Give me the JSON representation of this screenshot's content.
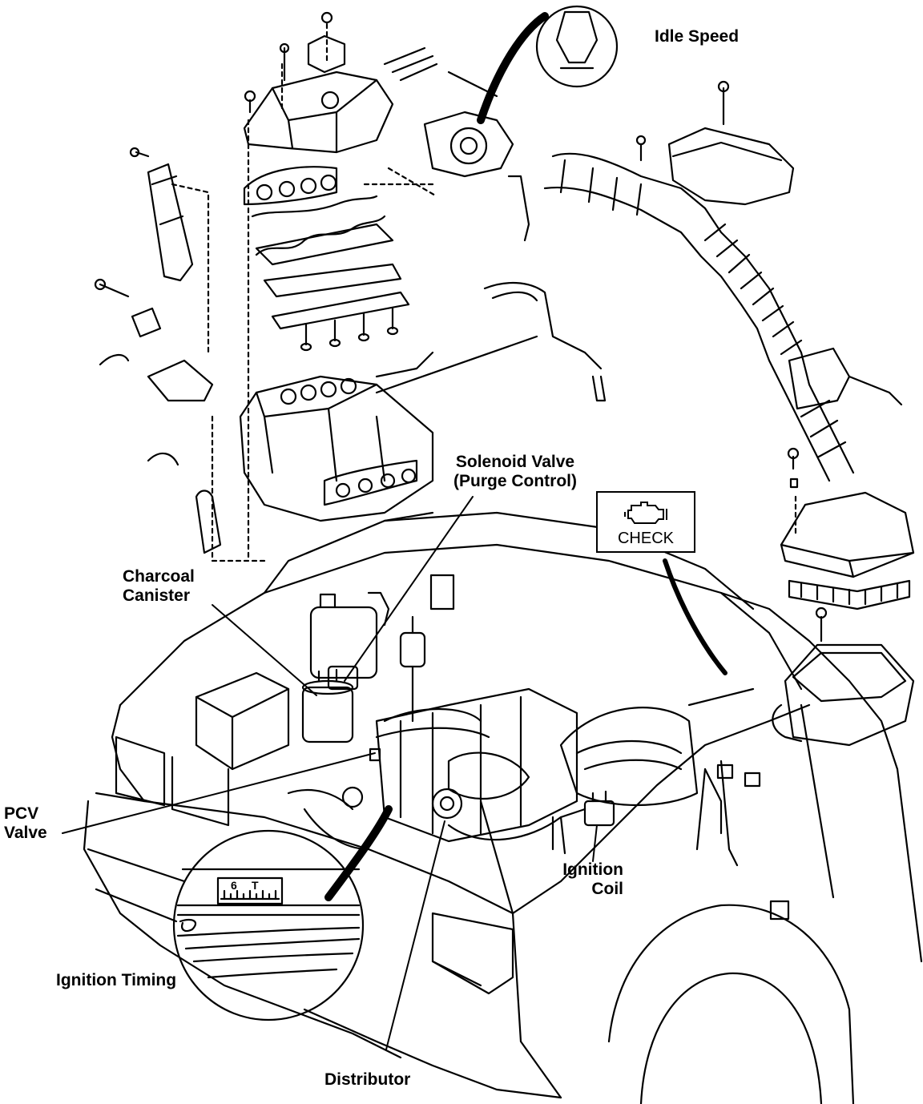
{
  "labels": {
    "idle_speed": "Idle Speed",
    "solenoid_valve_1": "Solenoid Valve",
    "solenoid_valve_2": "(Purge Control)",
    "charcoal_canister_1": "Charcoal",
    "charcoal_canister_2": "Canister",
    "pcv_valve_1": "PCV",
    "pcv_valve_2": "Valve",
    "ignition_coil_1": "Ignition",
    "ignition_coil_2": "Coil",
    "ignition_timing": "Ignition Timing",
    "distributor": "Distributor",
    "check_lamp": "CHECK",
    "timing_mark_6": "6",
    "timing_mark_t": "T"
  },
  "icons": {
    "check_engine": "engine-icon"
  },
  "colors": {
    "line": "#000000",
    "background": "#ffffff"
  }
}
